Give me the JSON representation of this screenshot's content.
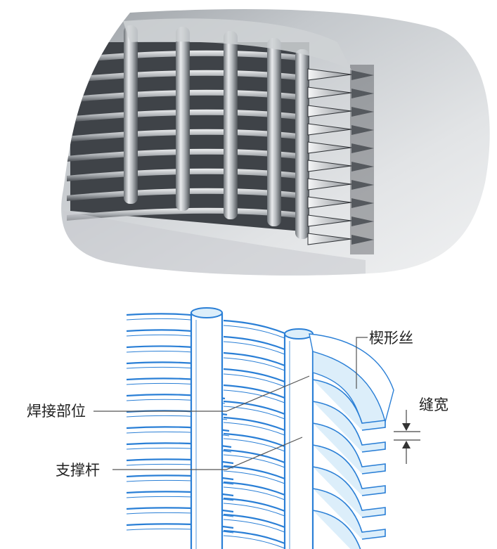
{
  "labels": {
    "wedge_wire": "楔形丝",
    "slot_width": "缝宽",
    "weld_point": "焊接部位",
    "support_rod": "支撑杆"
  },
  "colors": {
    "diagram_line": "#2a7fd6",
    "diagram_fill": "#dceefa",
    "photo_background": "#e4e6e8",
    "metal_light": "#d9dcdf",
    "metal_dark": "#3d4146",
    "callout_line": "#555555"
  },
  "icons": {
    "arrow_down": "slot-arrow-down-icon",
    "arrow_up": "slot-arrow-up-icon"
  }
}
